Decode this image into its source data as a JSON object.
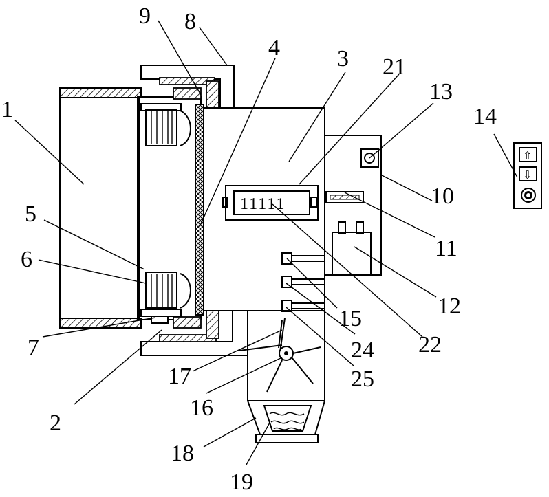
{
  "figure": {
    "display_reading": "11111",
    "controller_glyphs": {
      "up": "⇧",
      "down": "⇩"
    },
    "callouts": [
      {
        "id": "c1",
        "text": "1"
      },
      {
        "id": "c2",
        "text": "2"
      },
      {
        "id": "c3",
        "text": "3"
      },
      {
        "id": "c4",
        "text": "4"
      },
      {
        "id": "c5",
        "text": "5"
      },
      {
        "id": "c6",
        "text": "6"
      },
      {
        "id": "c7",
        "text": "7"
      },
      {
        "id": "c8",
        "text": "8"
      },
      {
        "id": "c9",
        "text": "9"
      },
      {
        "id": "c10",
        "text": "10"
      },
      {
        "id": "c11",
        "text": "11"
      },
      {
        "id": "c12",
        "text": "12"
      },
      {
        "id": "c13",
        "text": "13"
      },
      {
        "id": "c14",
        "text": "14"
      },
      {
        "id": "c15",
        "text": "15"
      },
      {
        "id": "c16",
        "text": "16"
      },
      {
        "id": "c17",
        "text": "17"
      },
      {
        "id": "c18",
        "text": "18"
      },
      {
        "id": "c19",
        "text": "19"
      },
      {
        "id": "c21",
        "text": "21"
      },
      {
        "id": "c22",
        "text": "22"
      },
      {
        "id": "c24",
        "text": "24"
      },
      {
        "id": "c25",
        "text": "25"
      }
    ]
  }
}
